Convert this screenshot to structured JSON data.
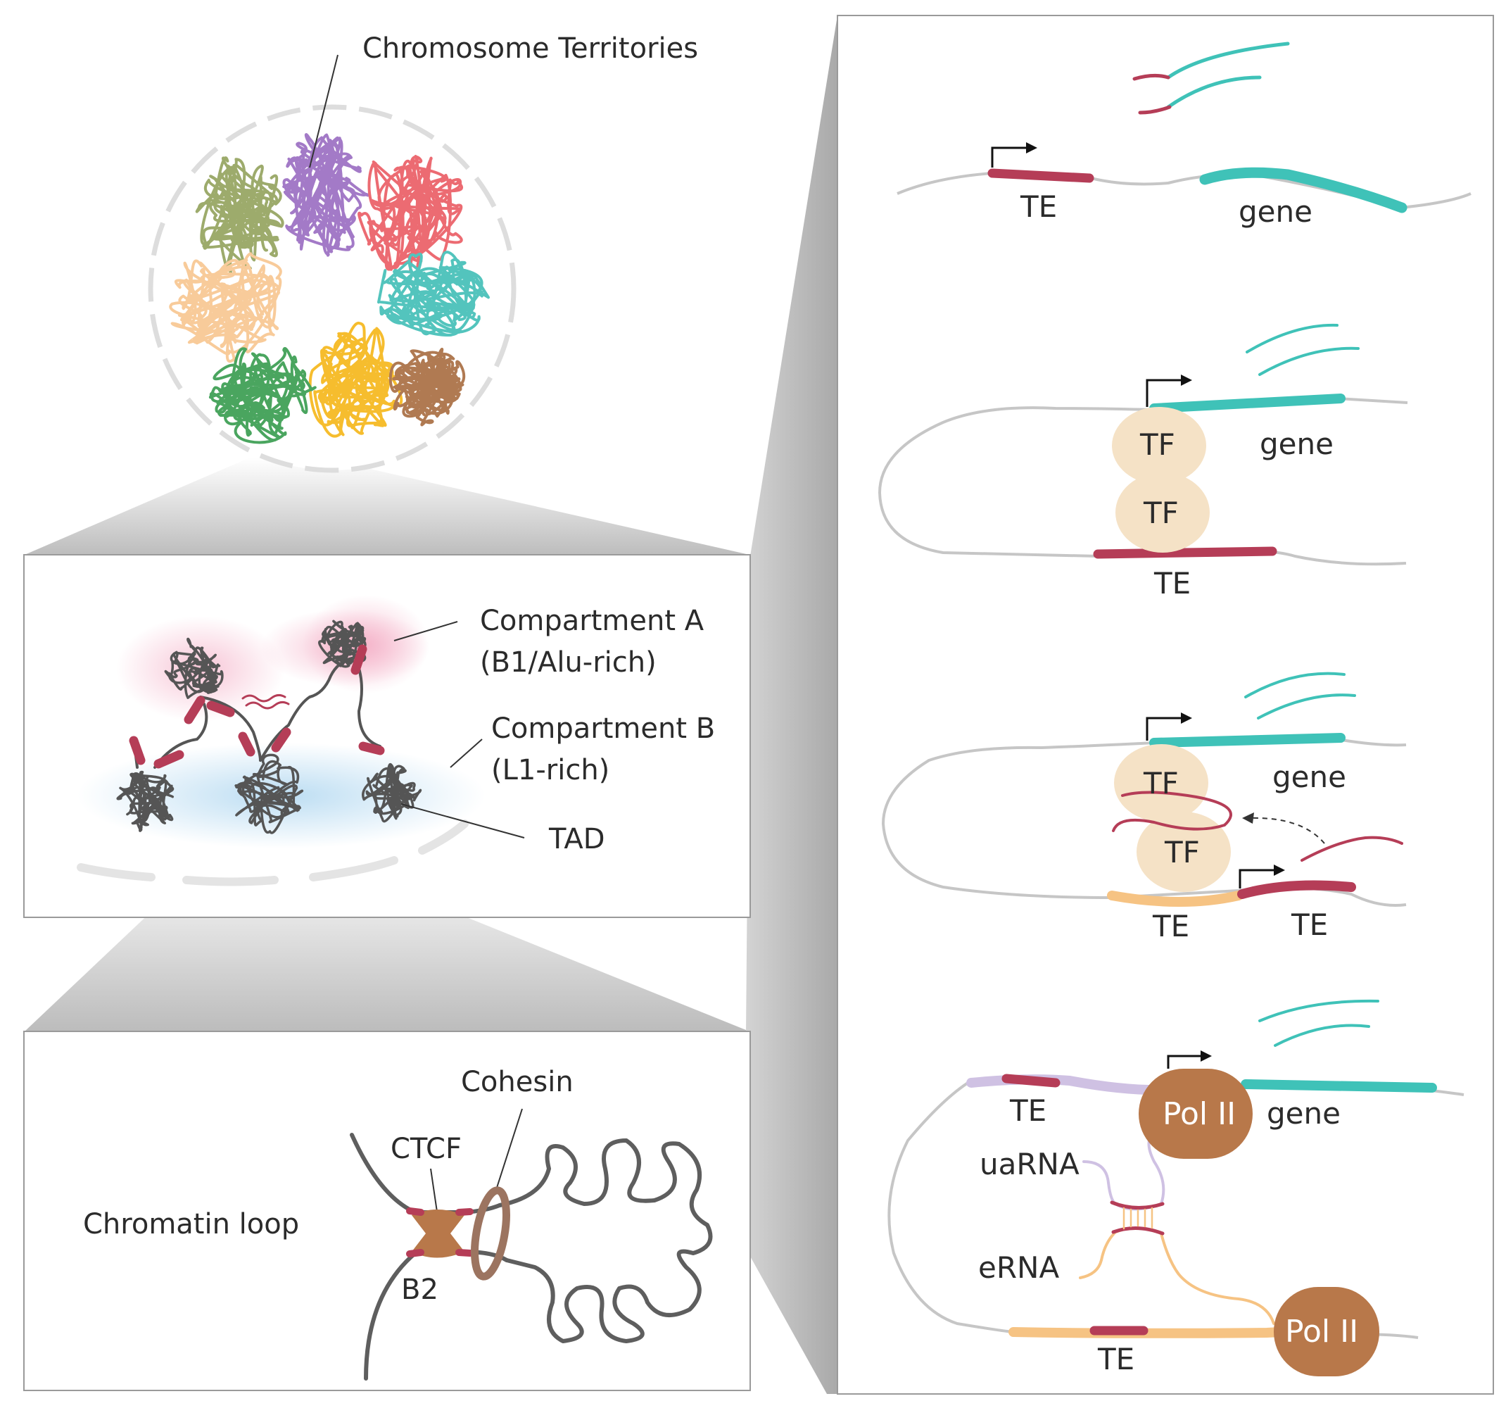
{
  "left": {
    "territories_label": "Chromosome Territories",
    "compartment_a_line1": "Compartment A",
    "compartment_a_line2": "(B1/Alu-rich)",
    "compartment_b_line1": "Compartment B",
    "compartment_b_line2": "(L1-rich)",
    "tad_label": "TAD",
    "loop_label": "Chromatin loop",
    "cohesin_label": "Cohesin",
    "ctcf_label": "CTCF",
    "b2_label": "B2"
  },
  "right": {
    "row1": {
      "te": "TE",
      "gene": "gene"
    },
    "row2": {
      "tf_top": "TF",
      "tf_bottom": "TF",
      "gene": "gene",
      "te": "TE"
    },
    "row3": {
      "tf_top": "TF",
      "tf_bottom": "TF",
      "gene": "gene",
      "te_left": "TE",
      "te_right": "TE"
    },
    "row4": {
      "te_top": "TE",
      "pol_top": "Pol II",
      "gene": "gene",
      "uarna": "uaRNA",
      "erna": "eRNA",
      "pol_bottom": "Pol II",
      "te_bottom": "TE"
    }
  },
  "colors": {
    "te": "#b53d57",
    "gene": "#3fc2b8",
    "tf": "#f5e2c6",
    "pol": "#b8784a",
    "chromatin": "#6f6f6f",
    "dna": "#c6c6c6",
    "erna": "#f6c383",
    "uarna": "#cfc1e3",
    "territories": [
      "#9dab6c",
      "#a37ac7",
      "#ec6b72",
      "#53c4bd",
      "#f8cb9a",
      "#f6bd2e",
      "#b07a52",
      "#4aa55f"
    ]
  }
}
